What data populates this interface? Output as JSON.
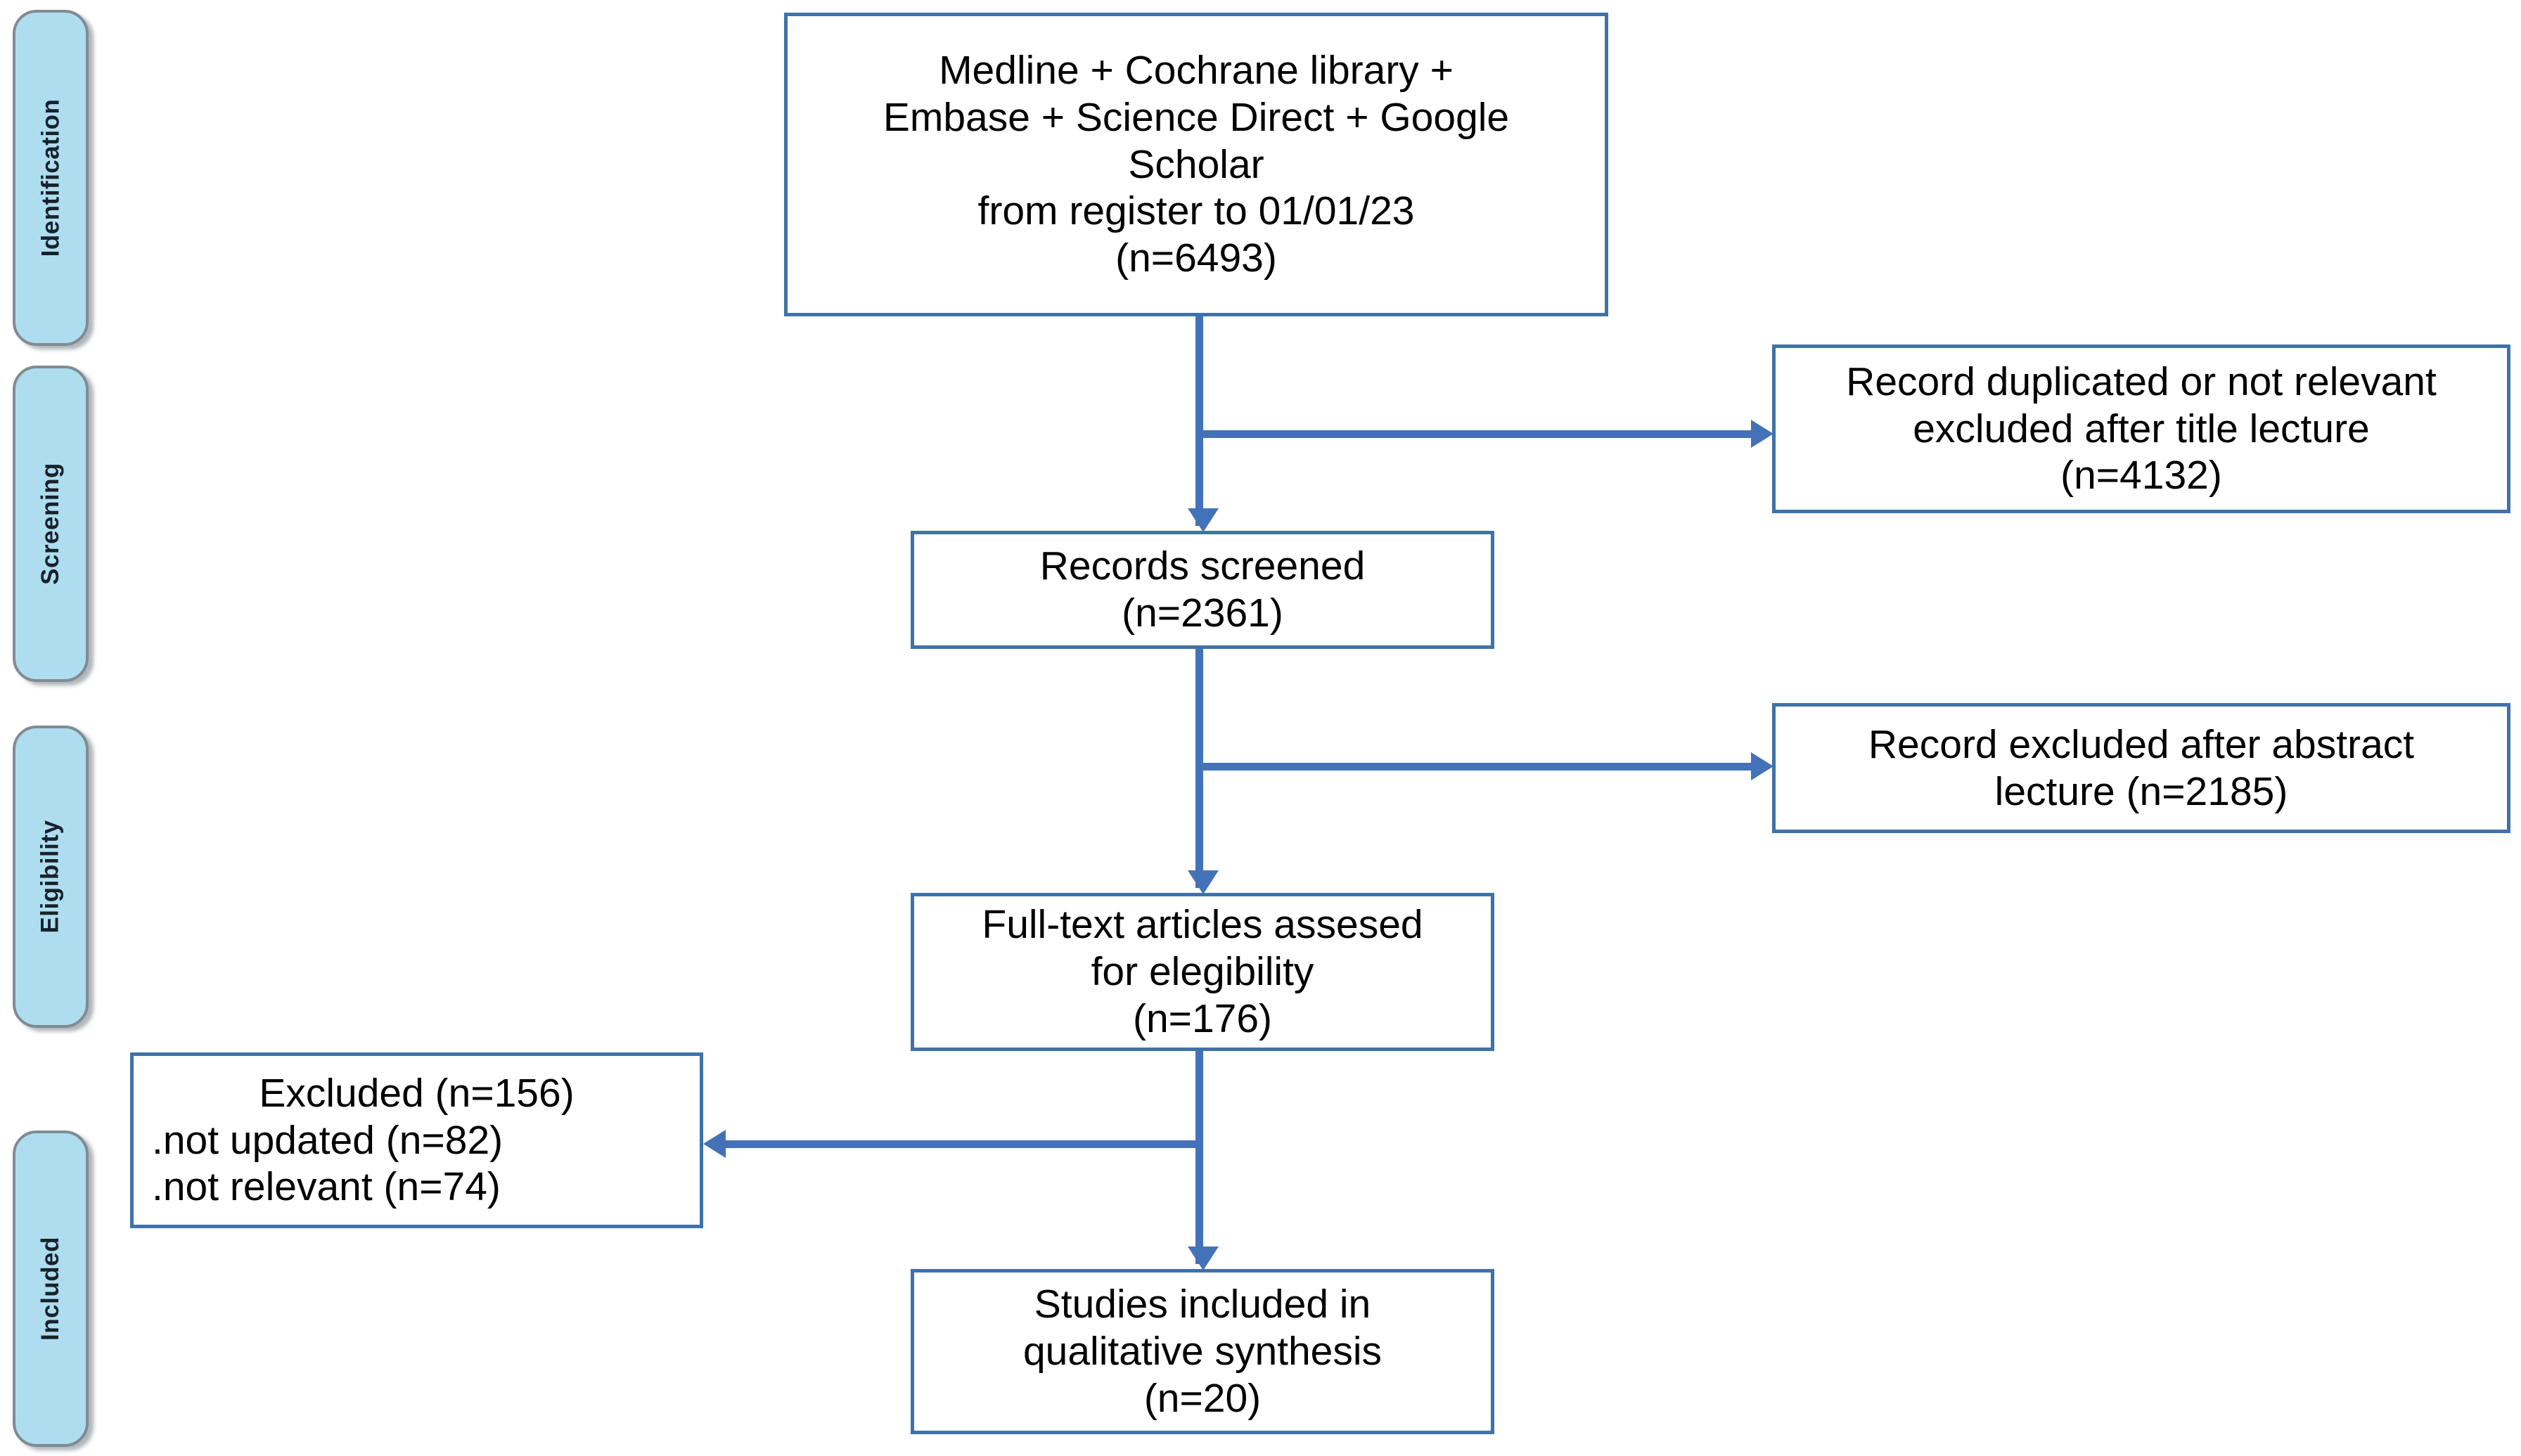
{
  "diagram": {
    "type": "prisma-flow-diagram",
    "accent_color": "#4472B8",
    "box_border_color": "#3F72A8",
    "stage_fill_color": "#AFDDF0",
    "stage_border_color": "#7F8C93"
  },
  "stages": [
    {
      "id": "identification",
      "label": "Identification"
    },
    {
      "id": "screening",
      "label": "Screening"
    },
    {
      "id": "eligibility",
      "label": "Eligibility"
    },
    {
      "id": "included",
      "label": "Included"
    }
  ],
  "boxes": {
    "sources": {
      "lines": [
        "Medline + Cochrane library +",
        "Embase + Science Direct + Google",
        "Scholar",
        "from register to 01/01/23",
        "(n=6493)"
      ],
      "n": 6493
    },
    "excluded_title": {
      "lines": [
        "Record duplicated or not relevant",
        "excluded after title lecture",
        "(n=4132)"
      ],
      "n": 4132
    },
    "records_screened": {
      "lines": [
        "Records screened",
        "(n=2361)"
      ],
      "n": 2361
    },
    "excluded_abstract": {
      "lines": [
        "Record excluded after abstract",
        "lecture (n=2185)"
      ],
      "n": 2185
    },
    "fulltext_assessed": {
      "lines": [
        "Full-text articles assesed",
        "for elegibility",
        "(n=176)"
      ],
      "n": 176
    },
    "excluded_fulltext": {
      "lines": [
        "Excluded (n=156)",
        ".not updated (n=82)",
        ".not relevant (n=74)"
      ],
      "n": 156,
      "breakdown": [
        {
          "reason": "not updated",
          "n": 82
        },
        {
          "reason": "not relevant",
          "n": 74
        }
      ]
    },
    "studies_included": {
      "lines": [
        "Studies included in",
        "qualitative synthesis",
        "(n=20)"
      ],
      "n": 20
    }
  }
}
